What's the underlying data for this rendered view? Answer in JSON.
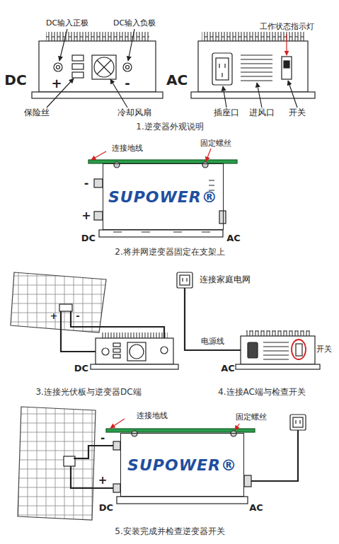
{
  "diagram": {
    "nodes": [
      {
        "text": [
          "SUPOWER®"
        ]
      },
      {
        "text": [
          "SUPOWER®"
        ]
      }
    ],
    "labels": [
      "DC输入正极",
      "DC输入负极",
      "DC",
      "+",
      "-",
      "保险丝",
      "冷却风扇",
      "AC",
      "工作状态指示灯",
      "插座口",
      "进风口",
      "开关",
      "1.逆变器外观说明",
      "连接地线",
      "固定螺丝",
      "-",
      "+",
      "DC",
      "AC",
      "2.将并网逆变器固定在支架上",
      "+",
      "-",
      "DC",
      "3.连接光伏板与逆变器DC端",
      "连接家庭电网",
      "电源线",
      "AC",
      "开关",
      "4.连接AC端与检查开关",
      "连接地线",
      "固定螺丝",
      "-",
      "+",
      "DC",
      "AC",
      "5.安装完成并检查逆变器开关"
    ]
  }
}
